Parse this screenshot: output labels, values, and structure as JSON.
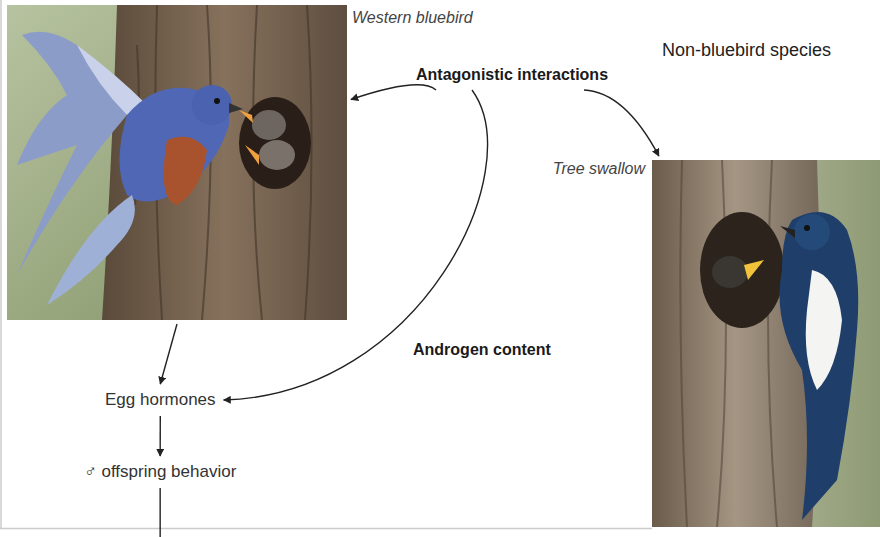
{
  "diagram": {
    "nodes": [
      {
        "text": [
          "Western bluebird"
        ]
      },
      {
        "text": [
          "Antagonistic interactions"
        ]
      },
      {
        "text": [
          "Non-bluebird species",
          "Tree swallow"
        ]
      },
      {
        "text": [
          "Egg hormones"
        ]
      },
      {
        "text": [
          "♂ offspring behavior"
        ]
      }
    ],
    "edges": [
      {
        "from": 1,
        "to": 0,
        "arrow": "to"
      },
      {
        "from": 1,
        "to": 2,
        "arrow": "to"
      },
      {
        "from": 1,
        "to": 3,
        "label": "Androgen content",
        "arrow": "to"
      },
      {
        "from": 0,
        "to": 3,
        "arrow": "to"
      },
      {
        "from": 3,
        "to": 4,
        "arrow": "to"
      }
    ]
  }
}
